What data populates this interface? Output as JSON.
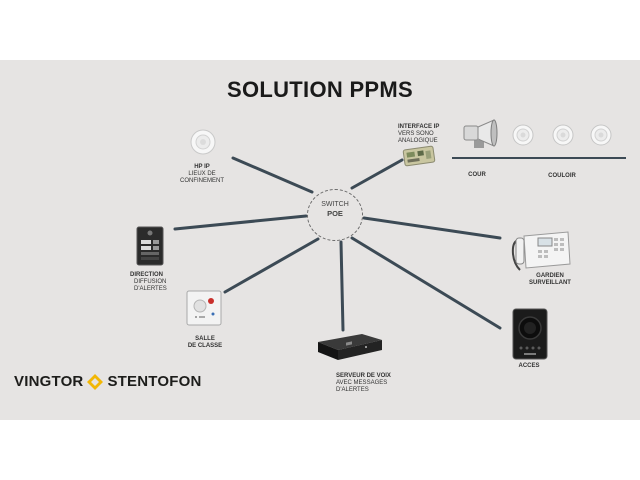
{
  "title": "SOLUTION PPMS",
  "hub": {
    "line1": "SWITCH",
    "line2": "POE"
  },
  "nodes": {
    "hp_ip": {
      "label": "HP IP",
      "sub1": "LIEUX DE",
      "sub2": "CONFINEMENT"
    },
    "interface_ip": {
      "label": "INTERFACE IP",
      "sub1": "VERS SONO",
      "sub2": "ANALOGIQUE"
    },
    "cour": {
      "label": "COUR"
    },
    "couloir": {
      "label": "COULOIR"
    },
    "direction": {
      "label": "DIRECTION",
      "sub1": "DIFFUSION",
      "sub2": "D'ALERTES"
    },
    "gardien": {
      "label1": "GARDIEN",
      "label2": "SURVEILLANT"
    },
    "salle": {
      "label1": "SALLE",
      "label2": "DE CLASSE"
    },
    "serveur": {
      "label": "SERVEUR DE VOIX",
      "sub1": "AVEC MESSAGES D'ALERTES"
    },
    "acces": {
      "label": "ACCES"
    }
  },
  "brand": {
    "left": "VINGTOR",
    "right": "STENTOFON"
  },
  "colors": {
    "line": "#3c4a55",
    "accent": "#f2b705",
    "background": "#e6e4e3"
  }
}
